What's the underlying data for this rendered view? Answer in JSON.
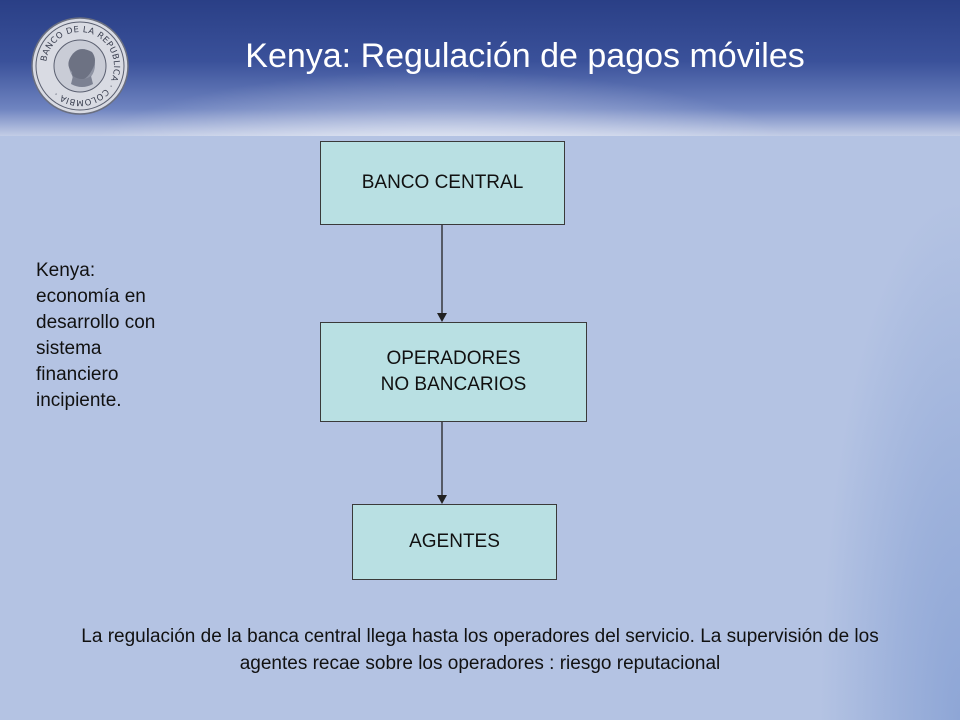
{
  "slide": {
    "title": "Kenya: Regulación de pagos móviles",
    "logo": {
      "icon": "banco-de-la-republica-colombia-seal-icon",
      "text": "BANCO DE LA REPUBLICA COLOMBIA"
    },
    "colors": {
      "header": "#2a3f86",
      "background": "#b4c3e3",
      "box_fill": "#b9e0e3"
    }
  },
  "diagram": {
    "nodes": [
      {
        "id": "central",
        "lines": [
          "BANCO CENTRAL"
        ]
      },
      {
        "id": "operadores",
        "lines": [
          "OPERADORES",
          "NO BANCARIOS"
        ]
      },
      {
        "id": "agentes",
        "lines": [
          "AGENTES"
        ]
      }
    ],
    "edges": [
      {
        "from": "central",
        "to": "operadores"
      },
      {
        "from": "operadores",
        "to": "agentes"
      }
    ]
  },
  "side_note": "Kenya:\neconomía en\ndesarrollo con\nsistema\nfinanciero\nincipiente.",
  "footer": "La regulación de la banca central llega hasta los operadores del servicio. La supervisión de los agentes recae sobre los operadores : riesgo reputacional"
}
